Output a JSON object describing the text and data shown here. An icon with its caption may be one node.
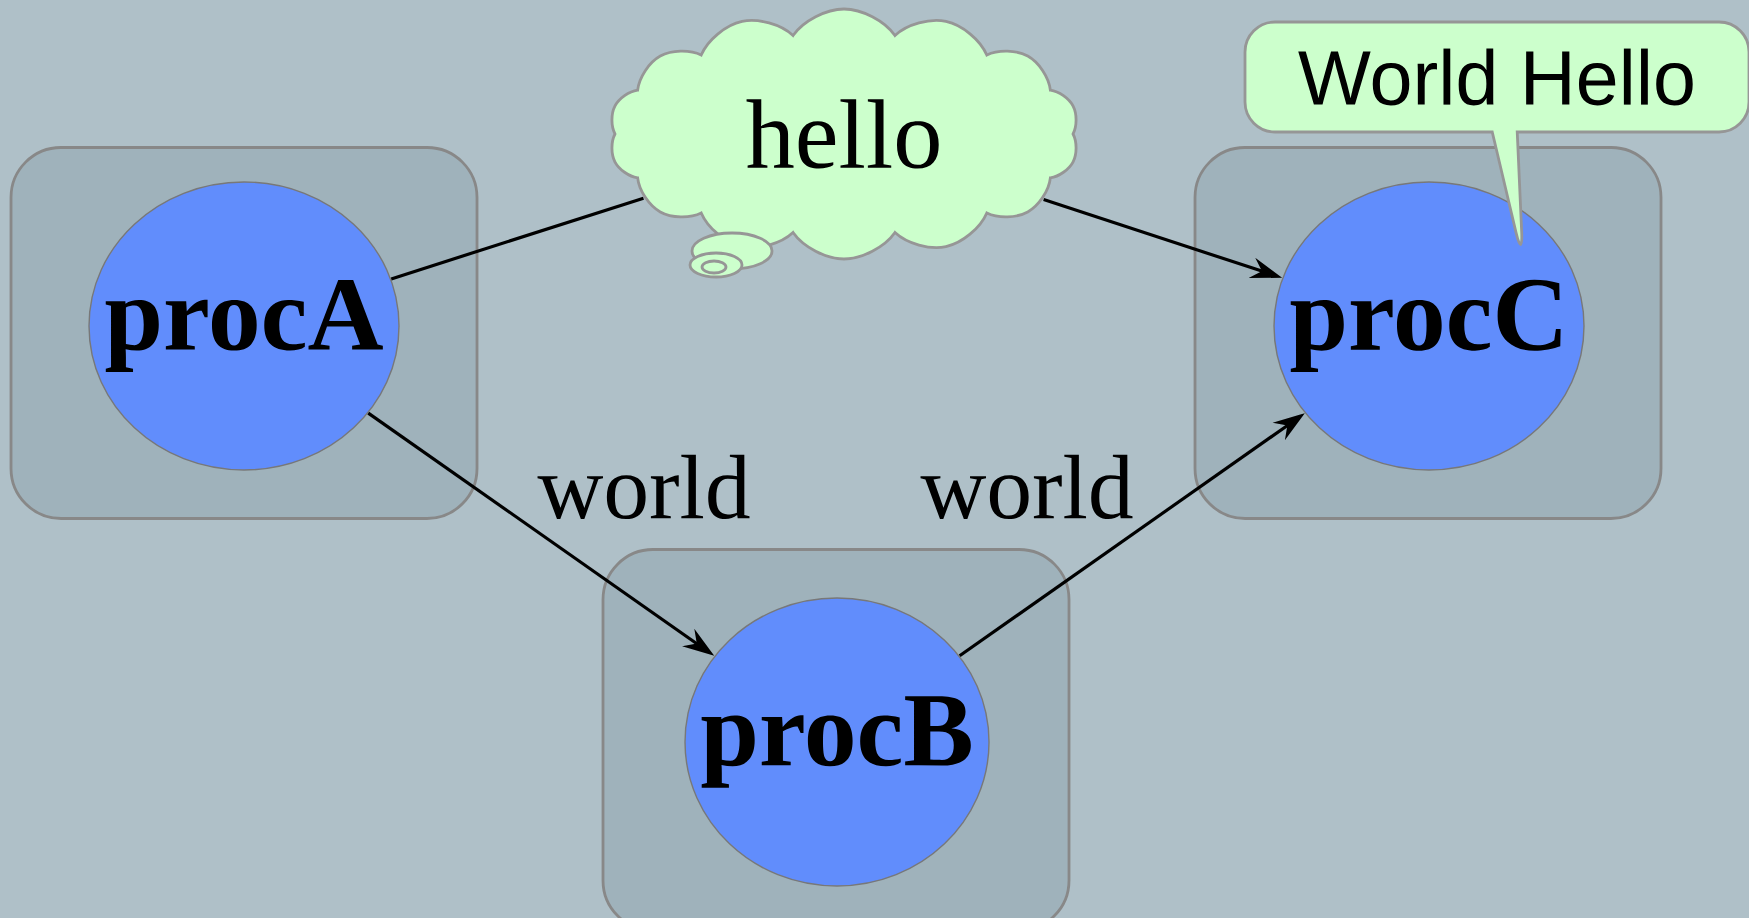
{
  "diagram": {
    "nodes": [
      {
        "text": [],
        "shape": "box"
      },
      {
        "text": [
          "procA"
        ],
        "in": 0
      },
      {
        "text": [],
        "shape": "box"
      },
      {
        "text": [
          "procB"
        ],
        "in": 2
      },
      {
        "text": [],
        "shape": "box"
      },
      {
        "text": [
          "procC"
        ],
        "in": 4
      },
      {
        "text": [
          "hello"
        ]
      },
      {
        "text": [
          "World Hello"
        ]
      }
    ],
    "edges": [
      {
        "from": 1,
        "to": 6,
        "arrow": "none"
      },
      {
        "from": 6,
        "to": 5,
        "arrow": "to"
      },
      {
        "from": 1,
        "to": 3,
        "arrow": "to",
        "label": "world"
      },
      {
        "from": 3,
        "to": 5,
        "arrow": "to",
        "label": "world"
      }
    ]
  }
}
